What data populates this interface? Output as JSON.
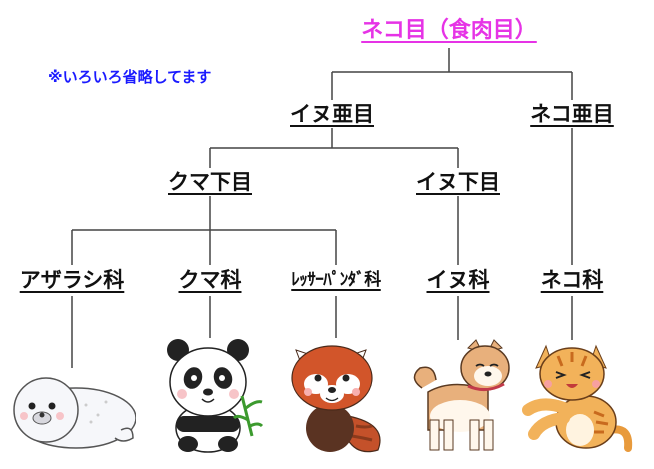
{
  "note": "※いろいろ省略してます",
  "nodes": {
    "root": "ネコ目（食肉目）",
    "inu_amoku": "イヌ亜目",
    "neko_amoku": "ネコ亜目",
    "kuma_kamoku": "クマ下目",
    "inu_kamoku": "イヌ下目",
    "azarashi_ka": "アザラシ科",
    "kuma_ka": "クマ科",
    "lesser_panda_ka": "ﾚｯｻｰﾊﾟﾝﾀﾞ科",
    "inu_ka": "イヌ科",
    "neko_ka": "ネコ科"
  },
  "colors": {
    "root": "#e633e6",
    "note": "#1a1aff",
    "lines": "#444444"
  },
  "icons": [
    "seal-icon",
    "panda-icon",
    "red-panda-icon",
    "dog-icon",
    "cat-icon"
  ]
}
